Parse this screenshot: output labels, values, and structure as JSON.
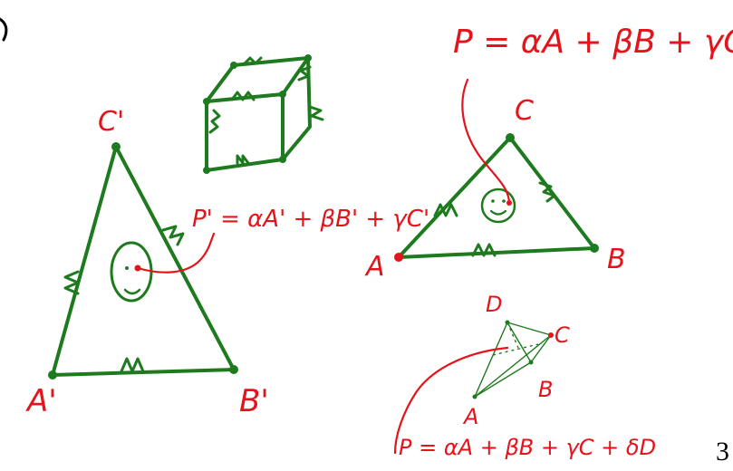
{
  "slide": {
    "page_number": "3",
    "ink_colors": {
      "green": "#1e7a1e",
      "red": "#e3141b",
      "black": "#000000"
    }
  },
  "left_triangle": {
    "vertex_top": "C'",
    "vertex_left": "A'",
    "vertex_right": "B'",
    "formula": "P' = αA' + βB' + γC'"
  },
  "right_triangle": {
    "vertex_top": "C",
    "vertex_left": "A",
    "vertex_right": "B",
    "formula": "P = αA + βB + γC"
  },
  "tetrahedron": {
    "vertex_top": "D",
    "vertex_right": "C",
    "vertex_mid": "B",
    "vertex_bottom": "A",
    "formula": "P = αA + βB + γC + δD"
  }
}
